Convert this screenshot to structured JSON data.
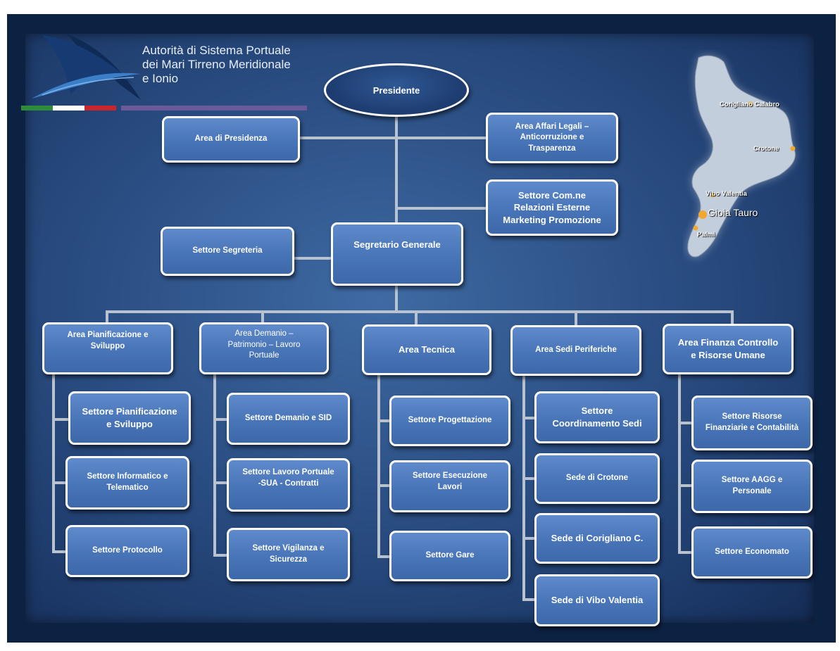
{
  "logo": {
    "line1": "Autorità di Sistema Portuale",
    "line2": "dei Mari Tirreno Meridionale",
    "line3": "e Ionio",
    "flag_colors": [
      "#2e8b3a",
      "#ffffff",
      "#c8262c"
    ],
    "accent_bar_color": "#6a5a9a"
  },
  "map": {
    "ports": [
      {
        "name": "Corigliano Calabro"
      },
      {
        "name": "Crotone"
      },
      {
        "name": "Vibo Valentia"
      },
      {
        "name": "Gioia Tauro"
      },
      {
        "name": "Palmi"
      }
    ],
    "land_color": "#c3cedd",
    "marker_color": "#f0a830"
  },
  "chart": {
    "presidente": "Presidente",
    "area_presidenza": "Area di Presidenza",
    "area_affari_legali": [
      "Area Affari Legali –",
      "Anticorruzione e",
      "Trasparenza"
    ],
    "settore_comunicazione": [
      "Settore Com.ne",
      "Relazioni Esterne",
      "Marketing Promozione"
    ],
    "segretario_generale": "Segretario Generale",
    "settore_segreteria": "Settore Segreteria",
    "areas": [
      {
        "title": [
          "Area Pianificazione e",
          "Sviluppo"
        ],
        "sectors": [
          [
            "Settore Pianificazione",
            "e Sviluppo"
          ],
          [
            "Settore Informatico e",
            "Telematico"
          ],
          [
            "Settore Protocollo"
          ]
        ]
      },
      {
        "title": [
          "Area Demanio –",
          "Patrimonio – Lavoro",
          "Portuale"
        ],
        "sectors": [
          [
            "Settore Demanio e SID"
          ],
          [
            "Settore Lavoro Portuale",
            "-SUA - Contratti"
          ],
          [
            "Settore Vigilanza e",
            "Sicurezza"
          ]
        ]
      },
      {
        "title": [
          "Area Tecnica"
        ],
        "sectors": [
          [
            "Settore Progettazione"
          ],
          [
            "Settore Esecuzione",
            "Lavori"
          ],
          [
            "Settore Gare"
          ]
        ]
      },
      {
        "title": [
          "Area Sedi Periferiche"
        ],
        "sectors": [
          [
            "Settore",
            "Coordinamento Sedi"
          ],
          [
            "Sede di Crotone"
          ],
          [
            "Sede di Corigliano C."
          ],
          [
            "Sede di Vibo Valentia"
          ]
        ]
      },
      {
        "title": [
          "Area Finanza Controllo",
          "e Risorse Umane"
        ],
        "sectors": [
          [
            "Settore Risorse",
            "Finanziarie e Contabilità"
          ],
          [
            "Settore AAGG e",
            "Personale"
          ],
          [
            "Settore Economato"
          ]
        ]
      }
    ]
  }
}
